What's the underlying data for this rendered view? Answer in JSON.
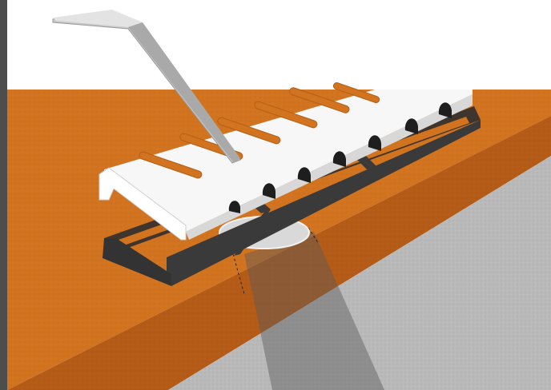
{
  "colors": {
    "background": "#ffffff",
    "edge_strip": "#4d4d4d",
    "countertop_top": "#d2731f",
    "countertop_front": "#b45c17",
    "cabinet_wall": "#b9b9b9",
    "frame": "#3a3a3a",
    "tray": "#f7f7f7",
    "tray_slot": "#d2731f",
    "tool": "#c9c9c9",
    "cutout_hole": "#d9d9d9"
  },
  "parts": [
    {
      "id": "countertop",
      "label": ""
    },
    {
      "id": "cabinet",
      "label": ""
    },
    {
      "id": "mounting-frame",
      "label": ""
    },
    {
      "id": "slotted-tray",
      "label": ""
    },
    {
      "id": "hand-tool",
      "label": ""
    },
    {
      "id": "countertop-cutout",
      "label": ""
    },
    {
      "id": "cable-chute",
      "label": ""
    }
  ]
}
